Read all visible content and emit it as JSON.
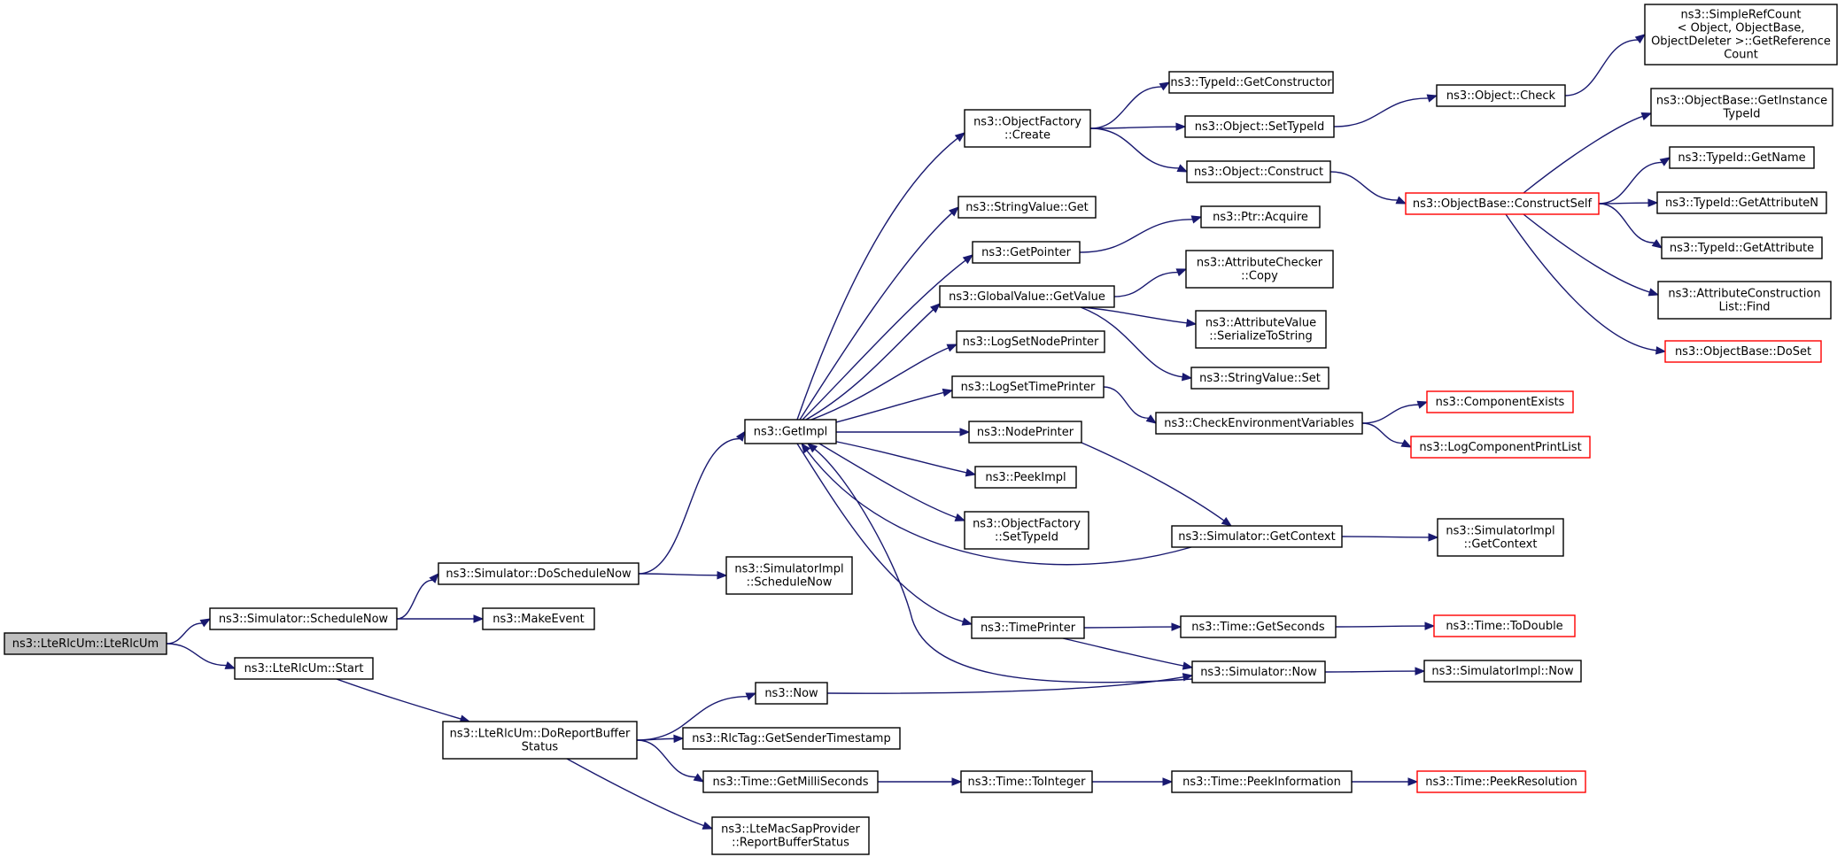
{
  "colors": {
    "edge": "#191970",
    "node_border": "#000000",
    "truncated_border": "#ff0000",
    "root_fill": "#bfbfbf"
  },
  "nodes": {
    "n0": {
      "lines": [
        "ns3::LteRlcUm::LteRlcUm"
      ],
      "kind": "root"
    },
    "n1": {
      "lines": [
        "ns3::Simulator::ScheduleNow"
      ]
    },
    "n2": {
      "lines": [
        "ns3::LteRlcUm::Start"
      ]
    },
    "n3": {
      "lines": [
        "ns3::Simulator::DoScheduleNow"
      ]
    },
    "n4": {
      "lines": [
        "ns3::MakeEvent"
      ]
    },
    "n5": {
      "lines": [
        "ns3::GetImpl"
      ]
    },
    "n6": {
      "lines": [
        "ns3::SimulatorImpl",
        "::ScheduleNow"
      ]
    },
    "n7": {
      "lines": [
        "ns3::ObjectFactory",
        "::Create"
      ]
    },
    "n8": {
      "lines": [
        "ns3::StringValue::Get"
      ]
    },
    "n9": {
      "lines": [
        "ns3::GetPointer"
      ]
    },
    "n10": {
      "lines": [
        "ns3::GlobalValue::GetValue"
      ]
    },
    "n11": {
      "lines": [
        "ns3::LogSetNodePrinter"
      ]
    },
    "n12": {
      "lines": [
        "ns3::LogSetTimePrinter"
      ]
    },
    "n13": {
      "lines": [
        "ns3::NodePrinter"
      ]
    },
    "n14": {
      "lines": [
        "ns3::PeekImpl"
      ]
    },
    "n15": {
      "lines": [
        "ns3::ObjectFactory",
        "::SetTypeId"
      ]
    },
    "n16": {
      "lines": [
        "ns3::TimePrinter"
      ]
    },
    "n17": {
      "lines": [
        "ns3::TypeId::GetConstructor"
      ]
    },
    "n18": {
      "lines": [
        "ns3::Object::SetTypeId"
      ]
    },
    "n19": {
      "lines": [
        "ns3::Object::Construct"
      ]
    },
    "n20": {
      "lines": [
        "ns3::Ptr::Acquire"
      ]
    },
    "n21": {
      "lines": [
        "ns3::AttributeChecker",
        "::Copy"
      ]
    },
    "n22": {
      "lines": [
        "ns3::AttributeValue",
        "::SerializeToString"
      ]
    },
    "n23": {
      "lines": [
        "ns3::StringValue::Set"
      ]
    },
    "n24": {
      "lines": [
        "ns3::CheckEnvironmentVariables"
      ]
    },
    "n25": {
      "lines": [
        "ns3::Simulator::GetContext"
      ]
    },
    "n26": {
      "lines": [
        "ns3::Time::GetSeconds"
      ]
    },
    "n27": {
      "lines": [
        "ns3::Simulator::Now"
      ]
    },
    "n28": {
      "lines": [
        "ns3::Object::Check"
      ]
    },
    "n29": {
      "lines": [
        "ns3::SimpleRefCount",
        "< Object, ObjectBase,",
        " ObjectDeleter >::GetReference",
        "Count"
      ]
    },
    "n30": {
      "lines": [
        "ns3::ObjectBase::ConstructSelf"
      ],
      "kind": "trunc"
    },
    "n31": {
      "lines": [
        "ns3::ObjectBase::GetInstance",
        "TypeId"
      ]
    },
    "n32": {
      "lines": [
        "ns3::TypeId::GetName"
      ]
    },
    "n33": {
      "lines": [
        "ns3::TypeId::GetAttributeN"
      ]
    },
    "n34": {
      "lines": [
        "ns3::TypeId::GetAttribute"
      ]
    },
    "n35": {
      "lines": [
        "ns3::AttributeConstruction",
        "List::Find"
      ]
    },
    "n36": {
      "lines": [
        "ns3::ObjectBase::DoSet"
      ],
      "kind": "trunc"
    },
    "n37": {
      "lines": [
        "ns3::ComponentExists"
      ],
      "kind": "trunc"
    },
    "n38": {
      "lines": [
        "ns3::LogComponentPrintList"
      ],
      "kind": "trunc"
    },
    "n39": {
      "lines": [
        "ns3::SimulatorImpl",
        "::GetContext"
      ]
    },
    "n40": {
      "lines": [
        "ns3::Time::ToDouble"
      ],
      "kind": "trunc"
    },
    "n41": {
      "lines": [
        "ns3::SimulatorImpl::Now"
      ]
    },
    "n42": {
      "lines": [
        "ns3::LteRlcUm::DoReportBuffer",
        "Status"
      ]
    },
    "n43": {
      "lines": [
        "ns3::Now"
      ]
    },
    "n44": {
      "lines": [
        "ns3::RlcTag::GetSenderTimestamp"
      ]
    },
    "n45": {
      "lines": [
        "ns3::Time::GetMilliSeconds"
      ]
    },
    "n46": {
      "lines": [
        "ns3::LteMacSapProvider",
        "::ReportBufferStatus"
      ]
    },
    "n47": {
      "lines": [
        "ns3::Time::ToInteger"
      ]
    },
    "n48": {
      "lines": [
        "ns3::Time::PeekInformation"
      ]
    },
    "n49": {
      "lines": [
        "ns3::Time::PeekResolution"
      ],
      "kind": "trunc"
    }
  },
  "edges": [
    [
      "n0",
      "n1"
    ],
    [
      "n0",
      "n2"
    ],
    [
      "n1",
      "n3"
    ],
    [
      "n1",
      "n4"
    ],
    [
      "n3",
      "n5"
    ],
    [
      "n3",
      "n6"
    ],
    [
      "n5",
      "n7"
    ],
    [
      "n5",
      "n8"
    ],
    [
      "n5",
      "n9"
    ],
    [
      "n5",
      "n10"
    ],
    [
      "n5",
      "n11"
    ],
    [
      "n5",
      "n12"
    ],
    [
      "n5",
      "n13"
    ],
    [
      "n5",
      "n14"
    ],
    [
      "n5",
      "n15"
    ],
    [
      "n5",
      "n16"
    ],
    [
      "n7",
      "n17"
    ],
    [
      "n7",
      "n18"
    ],
    [
      "n7",
      "n19"
    ],
    [
      "n18",
      "n28"
    ],
    [
      "n28",
      "n29"
    ],
    [
      "n19",
      "n30"
    ],
    [
      "n30",
      "n31"
    ],
    [
      "n30",
      "n32"
    ],
    [
      "n30",
      "n33"
    ],
    [
      "n30",
      "n34"
    ],
    [
      "n30",
      "n35"
    ],
    [
      "n30",
      "n36"
    ],
    [
      "n9",
      "n20"
    ],
    [
      "n10",
      "n21"
    ],
    [
      "n10",
      "n22"
    ],
    [
      "n10",
      "n23"
    ],
    [
      "n12",
      "n24"
    ],
    [
      "n24",
      "n37"
    ],
    [
      "n24",
      "n38"
    ],
    [
      "n13",
      "n25"
    ],
    [
      "n25",
      "n5"
    ],
    [
      "n25",
      "n39"
    ],
    [
      "n16",
      "n26"
    ],
    [
      "n16",
      "n27"
    ],
    [
      "n27",
      "n5"
    ],
    [
      "n26",
      "n40"
    ],
    [
      "n27",
      "n41"
    ],
    [
      "n2",
      "n42"
    ],
    [
      "n42",
      "n43"
    ],
    [
      "n42",
      "n44"
    ],
    [
      "n42",
      "n45"
    ],
    [
      "n42",
      "n46"
    ],
    [
      "n43",
      "n27"
    ],
    [
      "n45",
      "n47"
    ],
    [
      "n47",
      "n48"
    ],
    [
      "n48",
      "n49"
    ]
  ]
}
